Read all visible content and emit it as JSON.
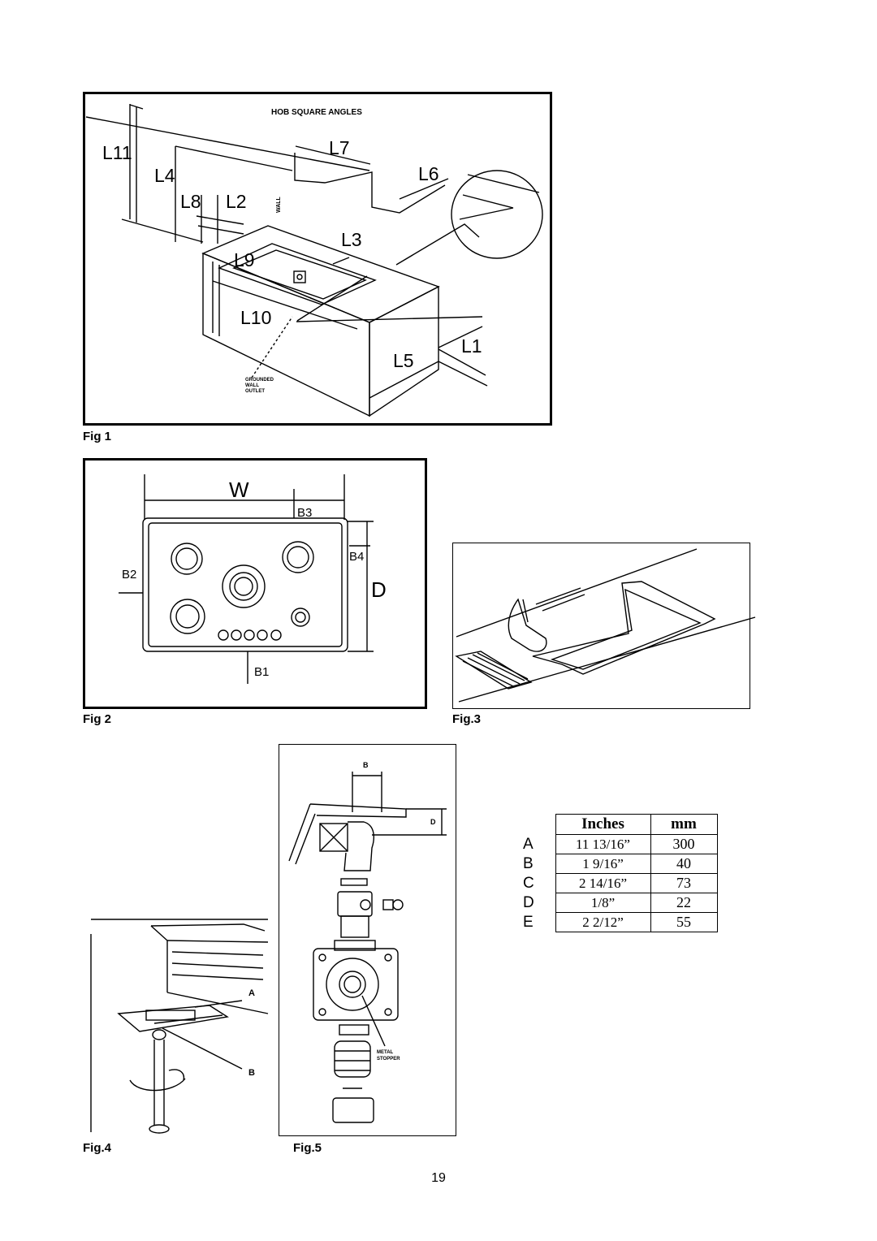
{
  "fig1": {
    "caption": "Fig 1",
    "title": "HOB SQUARE ANGLES",
    "labels": {
      "l11": "L11",
      "l4": "L4",
      "l8": "L8",
      "l2": "L2",
      "l7": "L7",
      "l6": "L6",
      "l3": "L3",
      "l9": "L9",
      "l10": "L10",
      "l5": "L5",
      "l1": "L1"
    },
    "wall_label": "WALL",
    "outlet_label": [
      "GROUNDED",
      "WALL",
      "OUTLET"
    ]
  },
  "fig2": {
    "caption": "Fig 2",
    "labels": {
      "w": "W",
      "d": "D",
      "b1": "B1",
      "b2": "B2",
      "b3": "B3",
      "b4": "B4"
    }
  },
  "fig3": {
    "caption": "Fig.3"
  },
  "fig4": {
    "caption": "Fig.4",
    "labels": {
      "a": "A",
      "b": "B"
    }
  },
  "fig5": {
    "caption": "Fig.5",
    "labels": {
      "b": "B",
      "d": "D",
      "stopper": [
        "METAL",
        "STOPPER"
      ]
    }
  },
  "table": {
    "headers": {
      "inches": "Inches",
      "mm": "mm"
    },
    "rows": [
      {
        "key": "A",
        "inches": "11  13/16”",
        "mm": "300"
      },
      {
        "key": "B",
        "inches": "1  9/16”",
        "mm": "40"
      },
      {
        "key": "C",
        "inches": "2  14/16”",
        "mm": "73"
      },
      {
        "key": "D",
        "inches": "1/8”",
        "mm": "22"
      },
      {
        "key": "E",
        "inches": "2  2/12”",
        "mm": "55"
      }
    ]
  },
  "page_number": "19"
}
